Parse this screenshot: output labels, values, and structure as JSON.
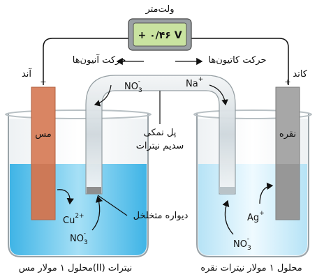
{
  "voltmeter": {
    "title": "ولت‌متر",
    "reading": "+ ۰/۴۶ V"
  },
  "electrodes": {
    "anode_label": "آند",
    "anode_sign": "−",
    "anode_metal": "مس",
    "cathode_label": "کاتد",
    "cathode_sign": "+",
    "cathode_metal": "نقره"
  },
  "motion": {
    "anions": "حرکت آنیون‌ها",
    "cations": "حرکت کاتیون‌ها"
  },
  "salt_bridge": {
    "line1": "پل نمکی",
    "line2": "سدیم نیترات",
    "porous_wall": "دیواره متخلخل"
  },
  "ions": {
    "nitrate": "NO",
    "nitrate_sub": "3",
    "nitrate_charge": "-",
    "sodium": "Na",
    "sodium_charge": "+",
    "copper": "Cu",
    "copper_charge": "2+",
    "silver": "Ag",
    "silver_charge": "+"
  },
  "solutions": {
    "left": "محلول ۱ مولار مس(II) نیترات",
    "right": "محلول ۱ مولار نیترات نقره"
  },
  "colors": {
    "copper": "#d98563",
    "silver": "#9b9b9b",
    "solution_left": "#7fd0ef",
    "solution_right": "#d8f0fb",
    "meter": "#c9e3a0"
  }
}
